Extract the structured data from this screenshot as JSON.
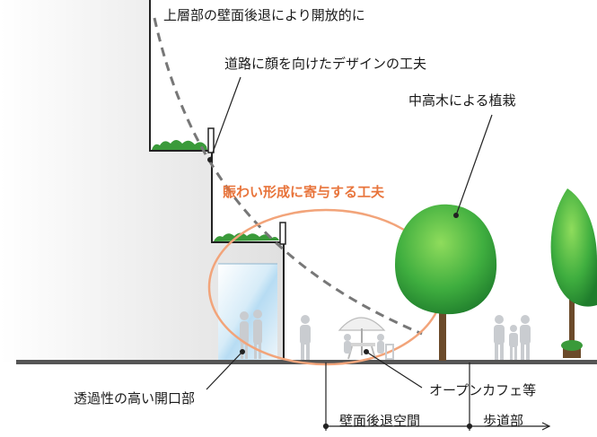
{
  "labels": {
    "setback_upper": "上層部の壁面後退により開放的に",
    "facing_road": "道路に顔を向けたデザインの工夫",
    "trees": "中高木による植栽",
    "bustle": "賑わい形成に寄与する工夫",
    "transparent_opening": "透過性の高い開口部",
    "open_cafe": "オープンカフェ等",
    "wall_setback_space": "壁面後退空間",
    "sidewalk": "歩道部"
  },
  "colors": {
    "building": "#e6e6e6",
    "outline": "#222222",
    "dashed_curve": "#6e6e6e",
    "ellipse_accent": "#f2a47a",
    "accent_text": "#e8743b",
    "tree_green": "#2e9e3a",
    "tree_light": "#7ccf4f",
    "trunk": "#6b4a2a",
    "glass": "#cfe6f5",
    "people": "#c8c8c8"
  },
  "icons": [
    "tree-icon",
    "person-icon",
    "parasol-table-icon",
    "planter-icon"
  ]
}
